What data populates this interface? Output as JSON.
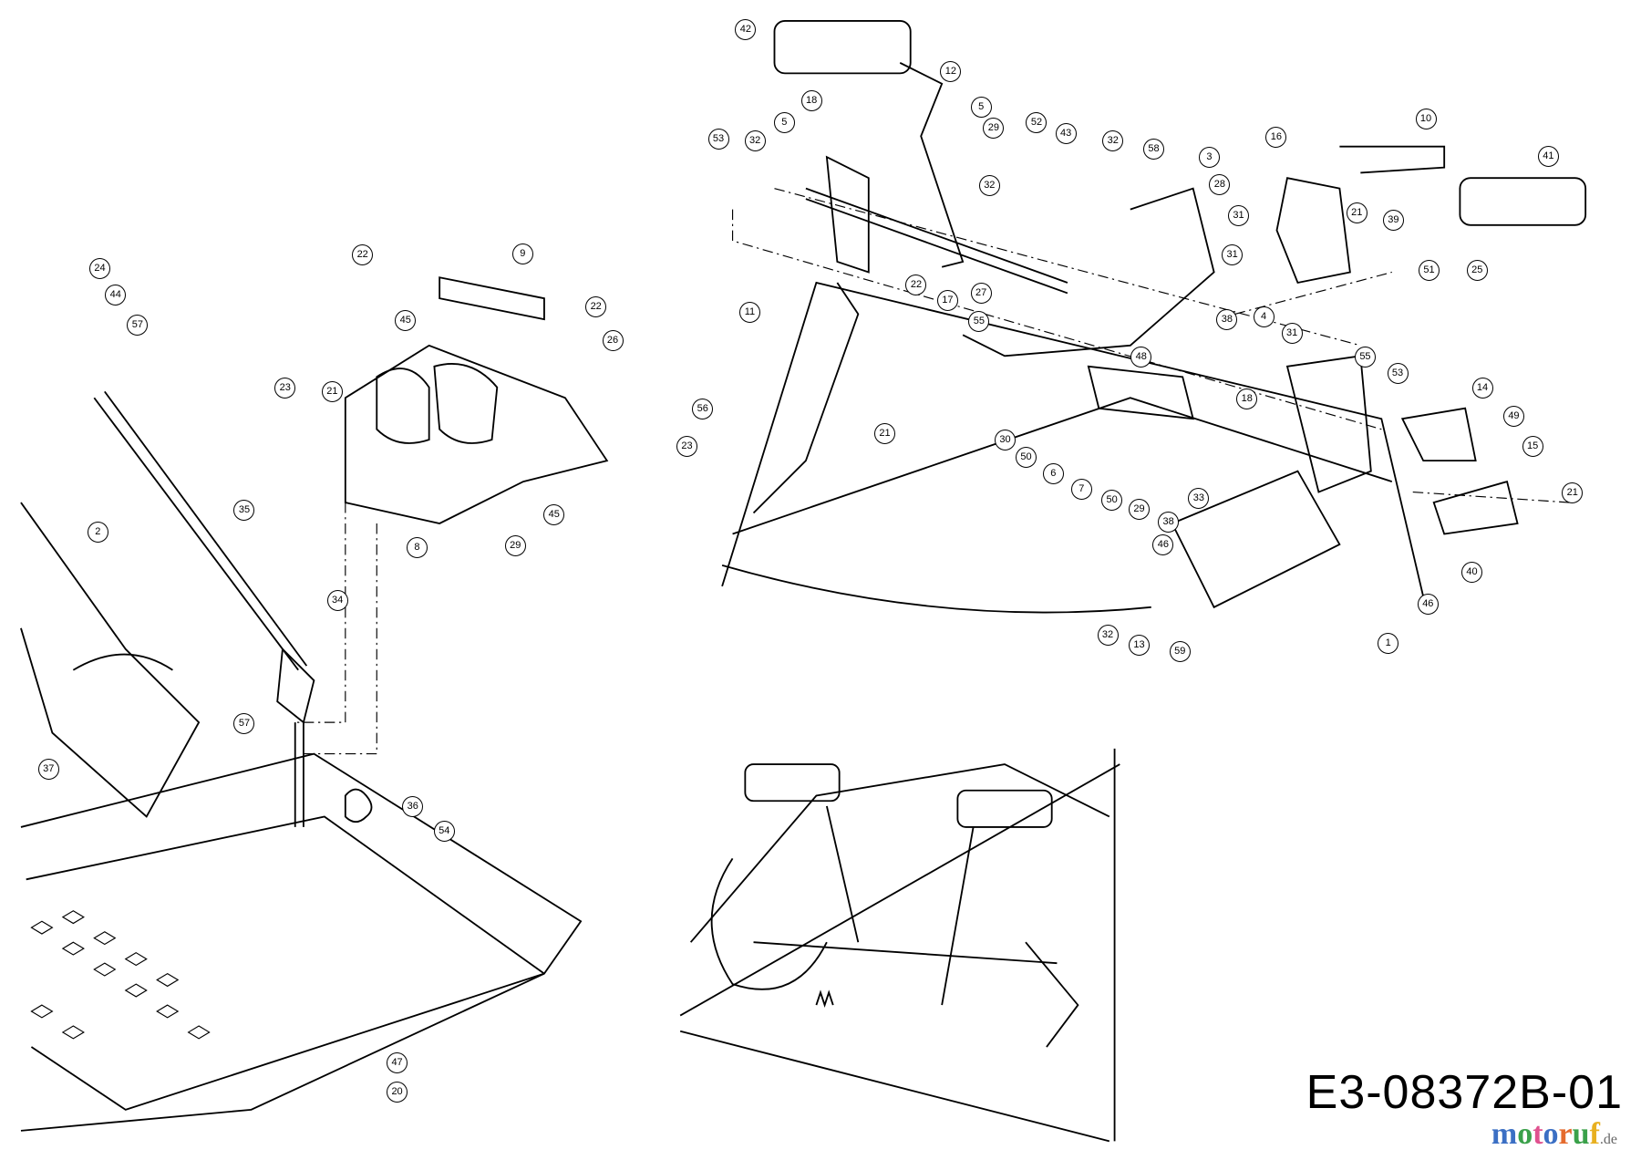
{
  "diagram": {
    "drawing_code": "E3-08372B-01",
    "watermark": "motoruf.de",
    "callouts": [
      "42",
      "12",
      "18",
      "5",
      "29",
      "52",
      "43",
      "32",
      "58",
      "3",
      "28",
      "31",
      "31",
      "10",
      "16",
      "21",
      "39",
      "41",
      "51",
      "25",
      "53",
      "32",
      "5",
      "32",
      "27",
      "55",
      "22",
      "17",
      "11",
      "56",
      "21",
      "48",
      "38",
      "4",
      "31",
      "55",
      "53",
      "18",
      "14",
      "49",
      "15",
      "21",
      "40",
      "30",
      "50",
      "6",
      "7",
      "50",
      "29",
      "33",
      "38",
      "46",
      "32",
      "13",
      "59",
      "1",
      "46",
      "24",
      "44",
      "57",
      "22",
      "9",
      "22",
      "26",
      "45",
      "23",
      "21",
      "23",
      "45",
      "29",
      "8",
      "35",
      "2",
      "34",
      "57",
      "37",
      "36",
      "54",
      "47",
      "20"
    ]
  }
}
